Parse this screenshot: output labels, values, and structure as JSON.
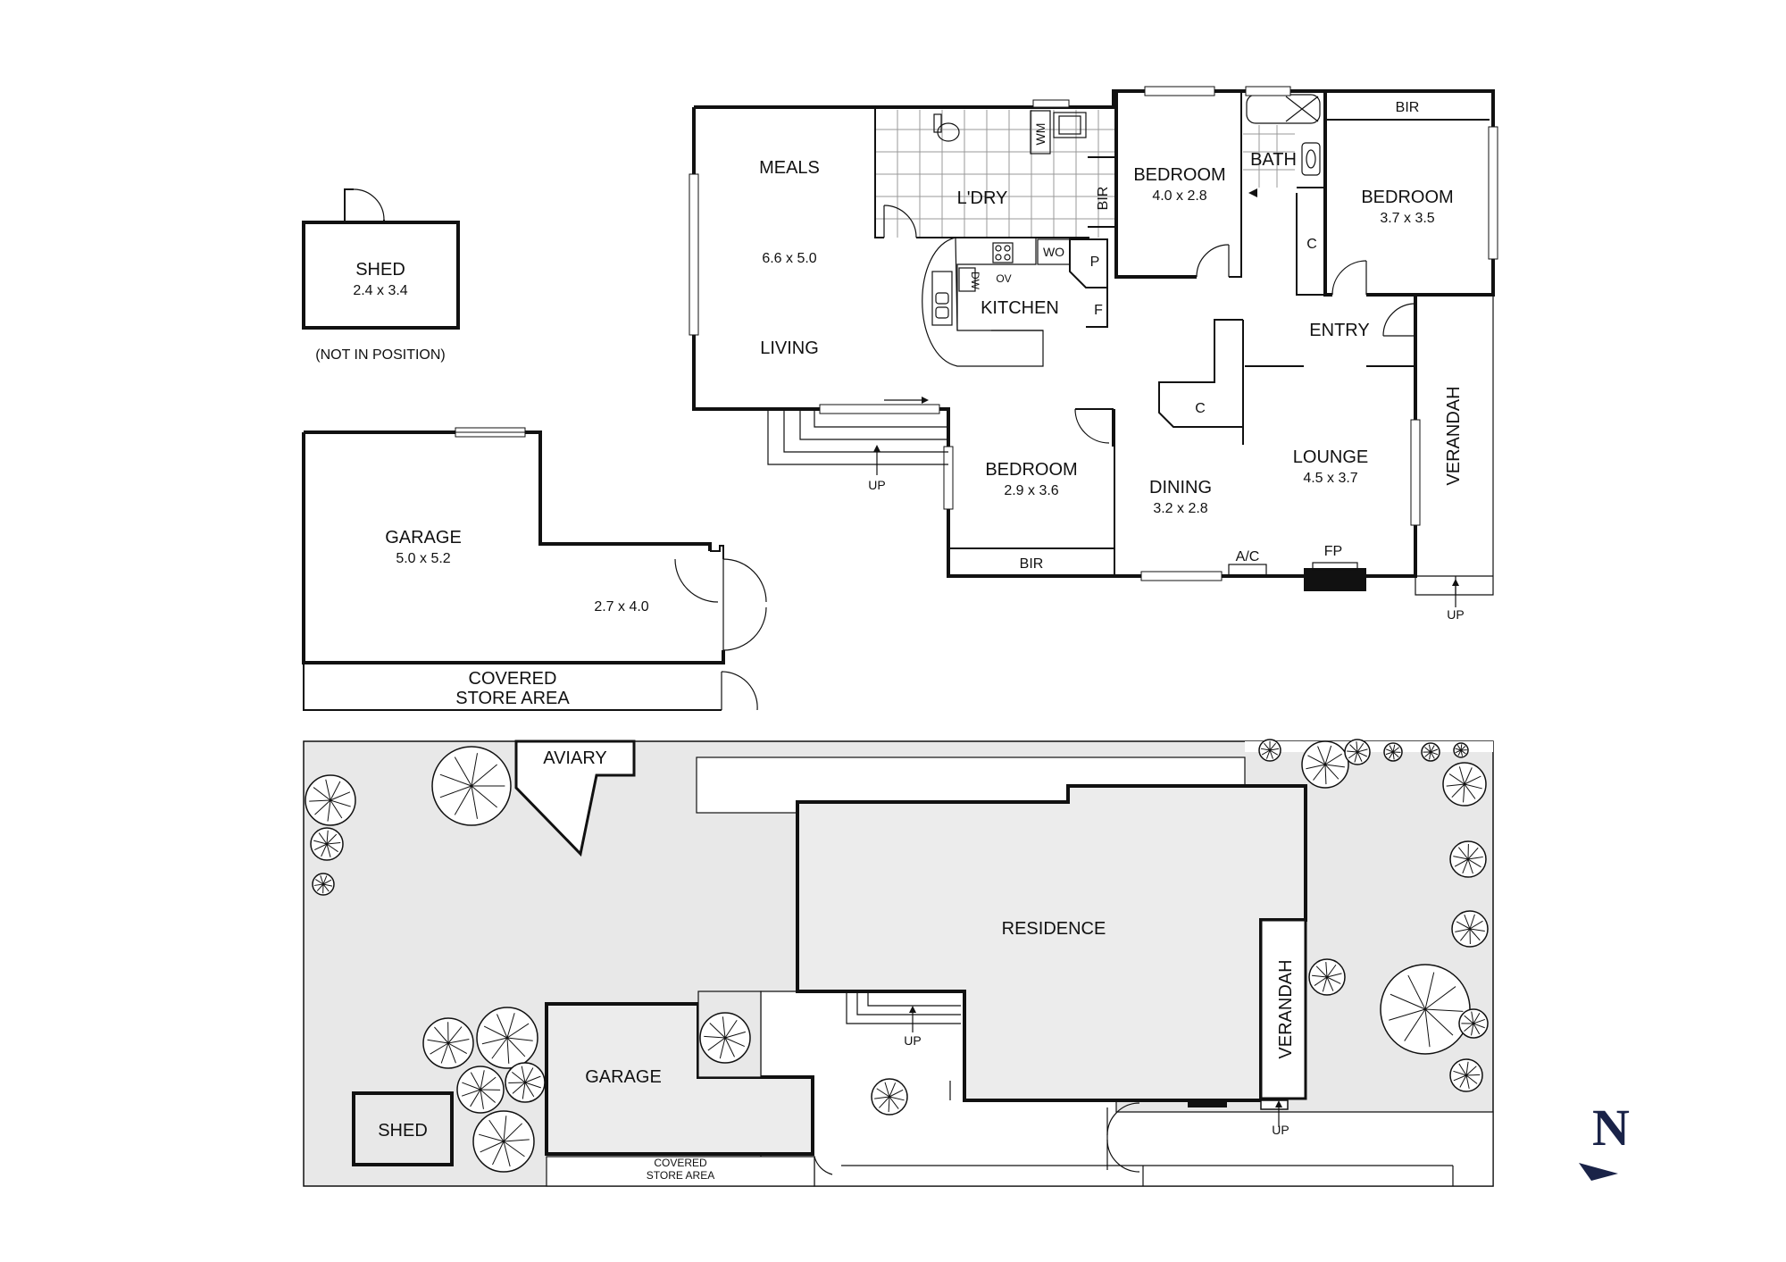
{
  "ground_floor": {
    "meals": "MEALS",
    "living": "LIVING",
    "living_dims": "6.6 x 5.0",
    "laundry": "L'DRY",
    "wm": "WM",
    "bir": "BIR",
    "kitchen": "KITCHEN",
    "wo": "WO",
    "p": "P",
    "f": "F",
    "dw": "DW",
    "ov": "OV",
    "bedroom_1": "BEDROOM",
    "bedroom_1_dims": "4.0 x 2.8",
    "bath": "BATH",
    "bedroom_2": "BEDROOM",
    "bedroom_2_dims": "3.7 x 3.5",
    "bir_2": "BIR",
    "c": "C",
    "entry": "ENTRY",
    "c2": "C",
    "lounge": "LOUNGE",
    "lounge_dims": "4.5 x 3.7",
    "dining": "DINING",
    "dining_dims": "3.2 x 2.8",
    "ac": "A/C",
    "fp": "FP",
    "bedroom_3": "BEDROOM",
    "bedroom_3_dims": "2.9 x 3.6",
    "bir_3": "BIR",
    "verandah": "VERANDAH",
    "up_1": "UP",
    "up_2": "UP"
  },
  "shed": {
    "name": "SHED",
    "dims": "2.4 x 3.4",
    "note": "(NOT IN POSITION)"
  },
  "garage": {
    "name": "GARAGE",
    "dims": "5.0 x 5.2",
    "ext_dims": "2.7 x 4.0",
    "store_line1": "COVERED",
    "store_line2": "STORE AREA"
  },
  "site_plan": {
    "aviary": "AVIARY",
    "residence": "RESIDENCE",
    "verandah": "VERANDAH",
    "garage": "GARAGE",
    "shed": "SHED",
    "store_line1": "COVERED",
    "store_line2": "STORE AREA",
    "up_1": "UP",
    "up_2": "UP"
  },
  "compass": {
    "letter": "N"
  }
}
